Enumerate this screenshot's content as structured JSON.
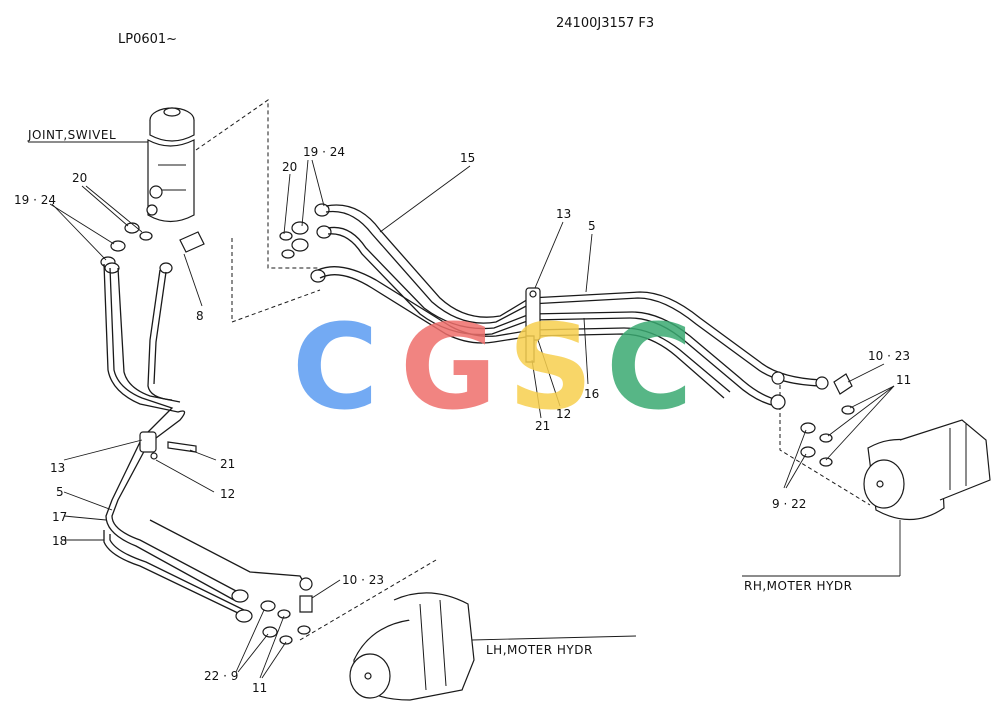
{
  "header": {
    "serial": "LP0601~",
    "drawing_no": "24100J3157 F3"
  },
  "components": {
    "swivel": "JOINT,SWIVEL",
    "rh_motor": "RH,MOTER HYDR",
    "lh_motor": "LH,MOTER HYDR"
  },
  "callouts": {
    "c15": "15",
    "c13_top": "13",
    "c5_top": "5",
    "c20_mid": "20",
    "c19_24_mid": "19 · 24",
    "c20_left": "20",
    "c19_24_left": "19 · 24",
    "c8": "8",
    "c21_mid": "21",
    "c12_mid": "12",
    "c16": "16",
    "c10_23_right": "10 · 23",
    "c11_right": "11",
    "c9_22": "9 · 22",
    "c13_left": "13",
    "c21_left": "21",
    "c12_left": "12",
    "c5_left": "5",
    "c17": "17",
    "c18": "18",
    "c10_23_bottom": "10 · 23",
    "c22_9": "22 · 9",
    "c11_bottom": "11"
  },
  "watermark": {
    "letters": [
      "C",
      "G",
      "S",
      "C"
    ],
    "colors": [
      "#5b9cf2",
      "#ef6f6c",
      "#f7cf4e",
      "#3aaa72"
    ]
  }
}
